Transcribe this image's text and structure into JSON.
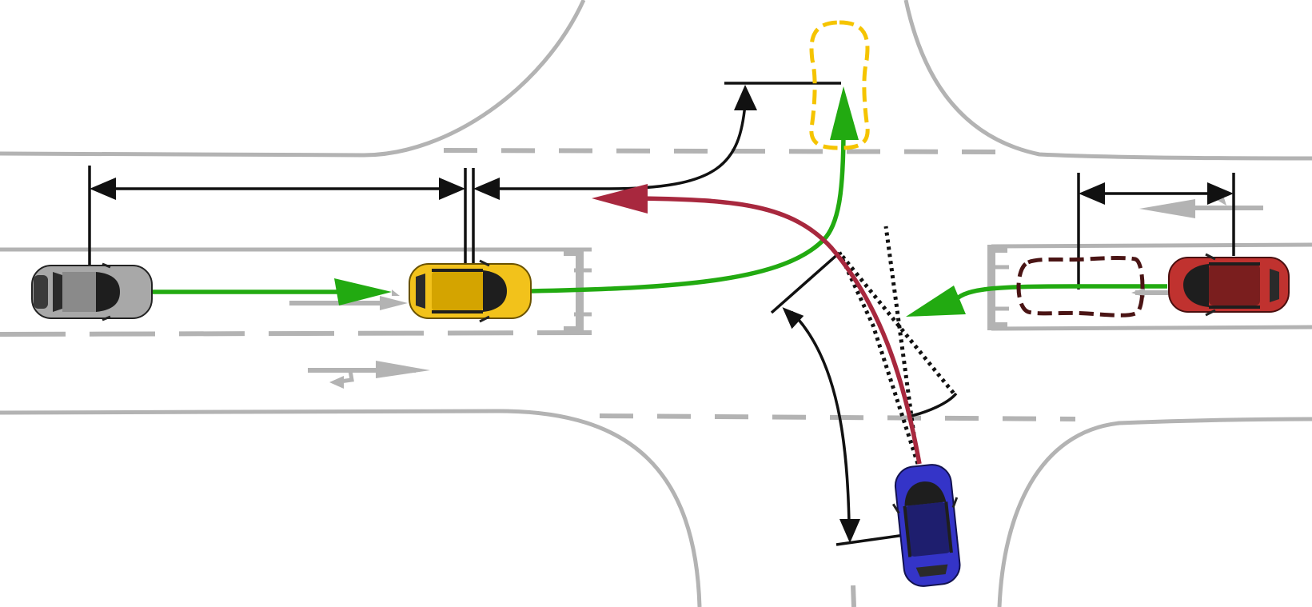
{
  "diagram": {
    "kind": "intersection-scenario",
    "colors": {
      "background": "#ffffff",
      "road": "#b3b3b3",
      "green_path": "#22aa11",
      "red_path": "#a8283e",
      "dimension": "#111111",
      "ghost_yellow": "#f5c400",
      "ghost_red": "#4a1414"
    },
    "vehicles": [
      {
        "id": "gray-car",
        "color": "#a8a8a8",
        "icon": "car-top-view"
      },
      {
        "id": "yellow-car",
        "color": "#f2c21b",
        "icon": "car-top-view"
      },
      {
        "id": "red-car",
        "color": "#c0322f",
        "icon": "car-top-view"
      },
      {
        "id": "blue-car",
        "color": "#3434c8",
        "icon": "car-top-view"
      }
    ],
    "ghost_positions": [
      {
        "id": "yellow-car-target",
        "icon": "dashed-car-outline"
      },
      {
        "id": "red-car-previous",
        "icon": "dashed-car-outline"
      }
    ],
    "lane_arrows": [
      "arrow-right-icon",
      "arrow-left-icon",
      "turn-arrow-icon"
    ]
  }
}
